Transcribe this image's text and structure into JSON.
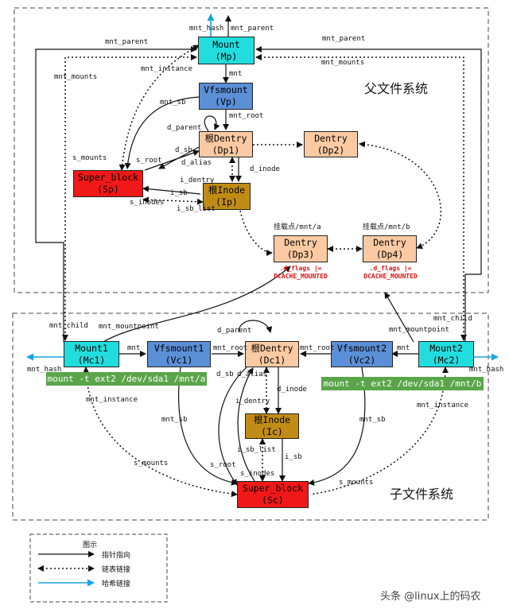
{
  "titles": {
    "parent_fs": "父文件系统",
    "child_fs": "子文件系统"
  },
  "nodes": {
    "mp": {
      "name": "Mount",
      "sub": "(Mp)"
    },
    "vp": {
      "name": "Vfsmount",
      "sub": "(Vp)"
    },
    "dp1": {
      "name": "根Dentry",
      "sub": "(Dp1)"
    },
    "dp2": {
      "name": "Dentry",
      "sub": "(Dp2)"
    },
    "sp": {
      "name": "Super_block",
      "sub": "(Sp)"
    },
    "ip": {
      "name": "根Inode",
      "sub": "(Ip)"
    },
    "dp3": {
      "name": "Dentry",
      "sub": "(Dp3)"
    },
    "dp4": {
      "name": "Dentry",
      "sub": "(Dp4)"
    },
    "mc1": {
      "name": "Mount1",
      "sub": "(Mc1)"
    },
    "vc1": {
      "name": "Vfsmount1",
      "sub": "(Vc1)"
    },
    "dc1": {
      "name": "根Dentry",
      "sub": "(Dc1)"
    },
    "vc2": {
      "name": "Vfsmount2",
      "sub": "(Vc2)"
    },
    "mc2": {
      "name": "Mount2",
      "sub": "(Mc2)"
    },
    "ic": {
      "name": "根Inode",
      "sub": "(Ic)"
    },
    "sc": {
      "name": "Super_block",
      "sub": "(Sc)"
    }
  },
  "mountpoints": {
    "a": "挂载点/mnt/a",
    "b": "挂载点/mnt/b"
  },
  "flags": {
    "line1": ".d_flags |=",
    "line2": "DCACHE_MOUNTED"
  },
  "commands": {
    "cmd1": "mount -t ext2 /dev/sda1 /mnt/a",
    "cmd2": "mount -t ext2 /dev/sda1 /mnt/b"
  },
  "labels": {
    "mnt_hash": "mnt_hash",
    "mnt_parent": "mnt_parent",
    "mnt_mounts": "mnt_mounts",
    "mnt_instance": "mnt_instance",
    "mnt": "mnt",
    "mnt_sb": "mnt_sb",
    "mnt_root": "mnt_root",
    "d_parent": "d_parent",
    "s_mounts": "s_mounts",
    "d_sb": "d_sb",
    "s_root": "s_root",
    "d_alias": "d_alias",
    "d_inode": "d_inode",
    "i_dentry": "i_dentry",
    "i_sb": "i_sb",
    "s_inodes": "s_inodes",
    "i_sb_list": "i_sb_list",
    "mnt_child": "mnt_child",
    "mnt_mountpoint": "mnt_mountpoint"
  },
  "legend": {
    "title": "图示",
    "pointer": "指针指向",
    "list": "链表链接",
    "hash": "哈希链接"
  },
  "watermark": "头条 @linux上的码农",
  "colors": {
    "mount": "#22dddd",
    "vfsmount": "#5b8fd6",
    "dentry": "#fbcaa3",
    "super_block": "#f01818",
    "inode": "#c18c15",
    "command": "#5aa54a",
    "hash": "#1aa3e0",
    "flag": "#e01010"
  }
}
